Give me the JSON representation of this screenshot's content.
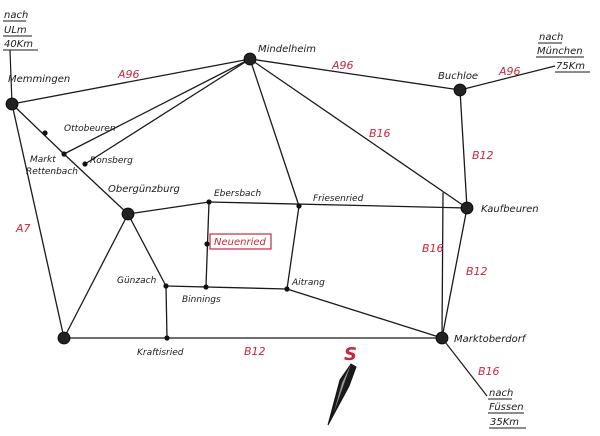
{
  "places": {
    "memmingen": "Memmingen",
    "mindelheim": "Mindelheim",
    "buchloe": "Buchloe",
    "kaufbeuren": "Kaufbeuren",
    "marktoberdorf": "Marktoberdorf",
    "ottobeuren": "Ottobeuren",
    "rettenbach_1": "Markt",
    "rettenbach_2": "Rettenbach",
    "ronsberg": "Ronsberg",
    "obergunzburg": "Obergünzburg",
    "ebersbach": "Ebersbach",
    "friesenried": "Friesenried",
    "neuenried": "Neuenried",
    "gunzach": "Günzach",
    "biessenhofen": "Binnings",
    "aitrang": "Aitrang",
    "kraftisried": "Kraftisried"
  },
  "roads": {
    "a96_west": "A96",
    "a96_mid": "A96",
    "a96_east": "A96",
    "a7": "A7",
    "b16_north": "B16",
    "b16_mid": "B16",
    "b16_south": "B16",
    "b12_north": "B12",
    "b12_mid": "B12",
    "b12_south": "B12"
  },
  "destinations": {
    "ulm": {
      "line1": "nach",
      "line2": "ULm",
      "line3": "40Km"
    },
    "munchen": {
      "line1": "nach",
      "line2": "München",
      "line3": "75Km"
    },
    "fussen": {
      "line1": "nach",
      "line2": "Füssen",
      "line3": "35Km"
    }
  },
  "compass": {
    "label": "S"
  },
  "colors": {
    "ink": "#1a1a1a",
    "road_label": "#c8283c",
    "highlight": "#c8283c"
  }
}
